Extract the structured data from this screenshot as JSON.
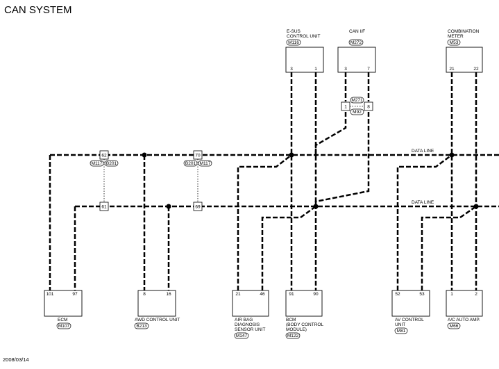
{
  "page": {
    "title": "CAN SYSTEM",
    "date": "2008/03/14"
  },
  "data_line": {
    "upper_label": "DATA LINE",
    "lower_label": "DATA LINE"
  },
  "joints": [
    {
      "id": "j1",
      "upper_pin": "62",
      "lower_pin": "61",
      "left_tag": "M117",
      "right_tag": "B201"
    },
    {
      "id": "j2",
      "upper_pin": "70",
      "lower_pin": "69",
      "left_tag": "B201",
      "right_tag": "M117"
    }
  ],
  "top_units": [
    {
      "id": "esus",
      "name_line1": "E-SUS",
      "name_line2": "CONTROL UNIT",
      "connector": "M116",
      "pins": [
        "3",
        "1"
      ]
    },
    {
      "id": "can-if",
      "name_line1": "CAN I/F",
      "name_line2": "",
      "connector": "M272",
      "pins": [
        "3",
        "7"
      ]
    },
    {
      "id": "combo-meter",
      "name_line1": "COMBINATION",
      "name_line2": "METER",
      "connector": "M53",
      "pins": [
        "21",
        "22"
      ]
    }
  ],
  "can_if_relay": {
    "left_pin": "1",
    "right_pin": "8",
    "top_tag": "M271",
    "bottom_tag": "M92"
  },
  "bottom_units": [
    {
      "id": "ecm",
      "name_lines": [
        "ECM"
      ],
      "connector": "M107",
      "pins": [
        "101",
        "97"
      ]
    },
    {
      "id": "awd",
      "name_lines": [
        "AWD CONTROL UNIT"
      ],
      "connector": "B213",
      "pins": [
        "8",
        "16"
      ]
    },
    {
      "id": "airbag",
      "name_lines": [
        "AIR BAG",
        "DIAGNOSIS",
        "SENSOR UNIT"
      ],
      "connector": "M147",
      "pins": [
        "21",
        "46"
      ]
    },
    {
      "id": "bcm",
      "name_lines": [
        "BCM",
        "(BODY CONTROL",
        "MODULE)"
      ],
      "connector": "M122",
      "pins": [
        "91",
        "90"
      ]
    },
    {
      "id": "av",
      "name_lines": [
        "AV CONTROL",
        "UNIT"
      ],
      "connector": "M81",
      "pins": [
        "52",
        "53"
      ]
    },
    {
      "id": "ac",
      "name_lines": [
        "A/C AUTO AMP."
      ],
      "connector": "M66",
      "pins": [
        "1",
        "2"
      ]
    }
  ]
}
